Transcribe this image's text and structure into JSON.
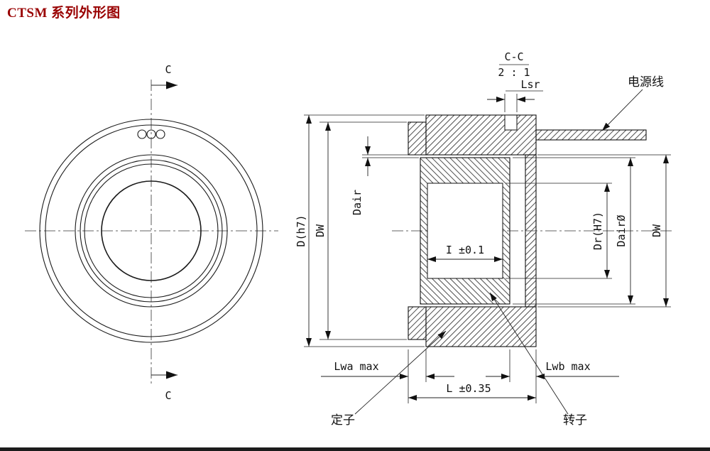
{
  "title": "CTSM 系列外形图",
  "views": {
    "front": {
      "section_marker": "C"
    },
    "section": {
      "name": "C-C",
      "scale": "2 : 1"
    }
  },
  "dimensions": {
    "lsr": "Lsr",
    "d_h7": "D(h7)",
    "dw_left": "DW",
    "dair": "Dair",
    "i_tol": "I ±0.1",
    "dr_h7": "Dr(H7)",
    "dair_dia": "DairØ",
    "dw_right": "DW",
    "lwa_max": "Lwa max",
    "lwb_max": "Lwb max",
    "l_tol": "L ±0.35"
  },
  "part_labels": {
    "power_wire": "电源线",
    "stator": "定子",
    "rotor": "转子"
  },
  "colors": {
    "title": "#990000",
    "line": "#1a1a1a",
    "background": "#ffffff"
  }
}
